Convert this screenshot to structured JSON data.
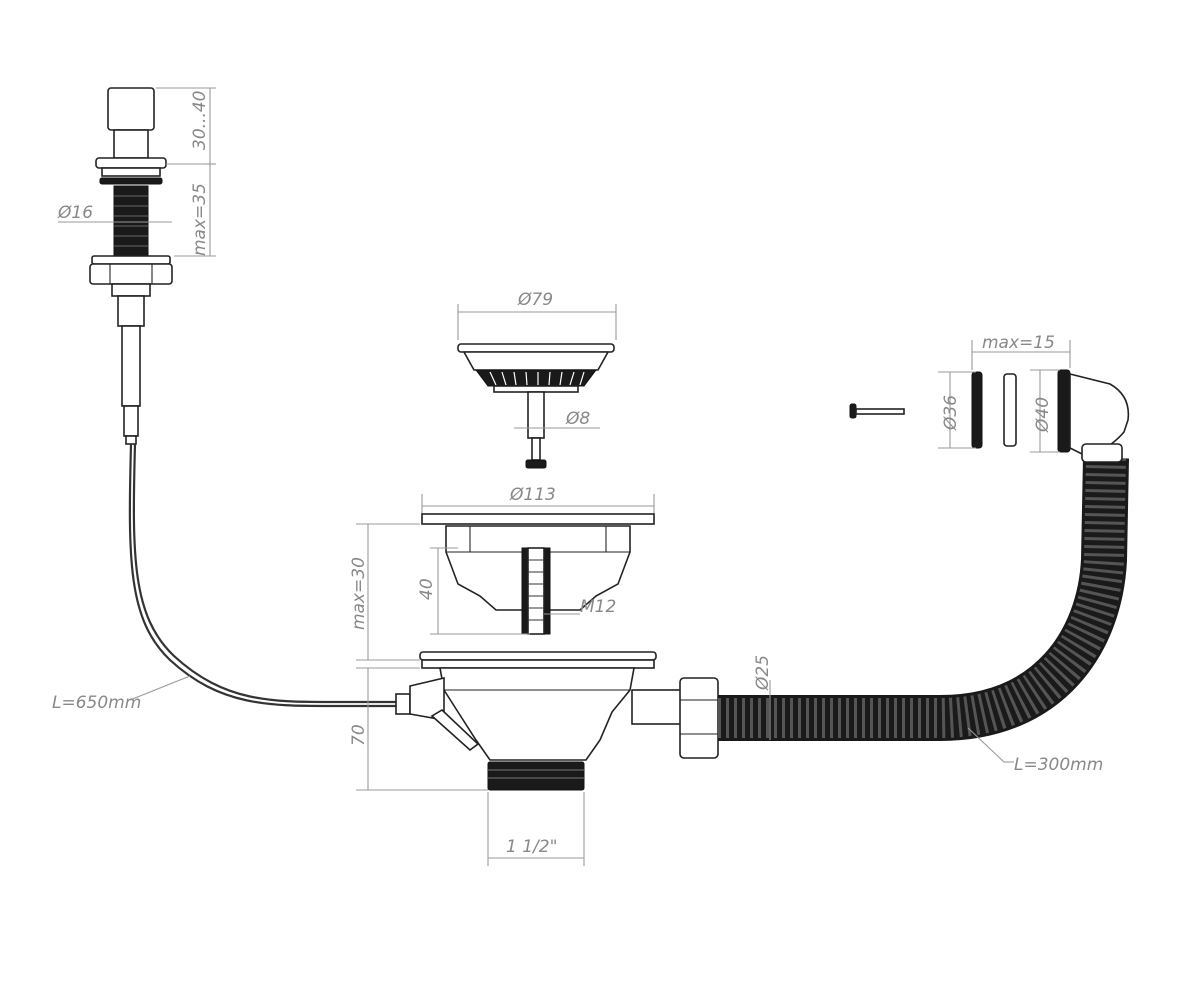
{
  "dimensions": {
    "button_height": "30...40",
    "button_thickness": "max=35",
    "button_diameter": "Ø16",
    "cable_length": "L=650mm",
    "strainer_plug_diameter": "Ø79",
    "plug_pin_diameter": "Ø8",
    "basket_diameter": "Ø113",
    "basket_depth": "40",
    "basket_thread": "M12",
    "sink_thickness": "max=30",
    "body_height": "70",
    "outlet_thread": "1 1/2\"",
    "hose_diameter": "Ø25",
    "hose_length": "L=300mm",
    "overflow_gasket_diameter": "Ø36",
    "overflow_diameter": "Ø40",
    "overflow_thickness": "max=15"
  },
  "colors": {
    "line": "#222222",
    "dimension": "#999999",
    "text": "#888888",
    "hose": "#1a1a1a"
  }
}
